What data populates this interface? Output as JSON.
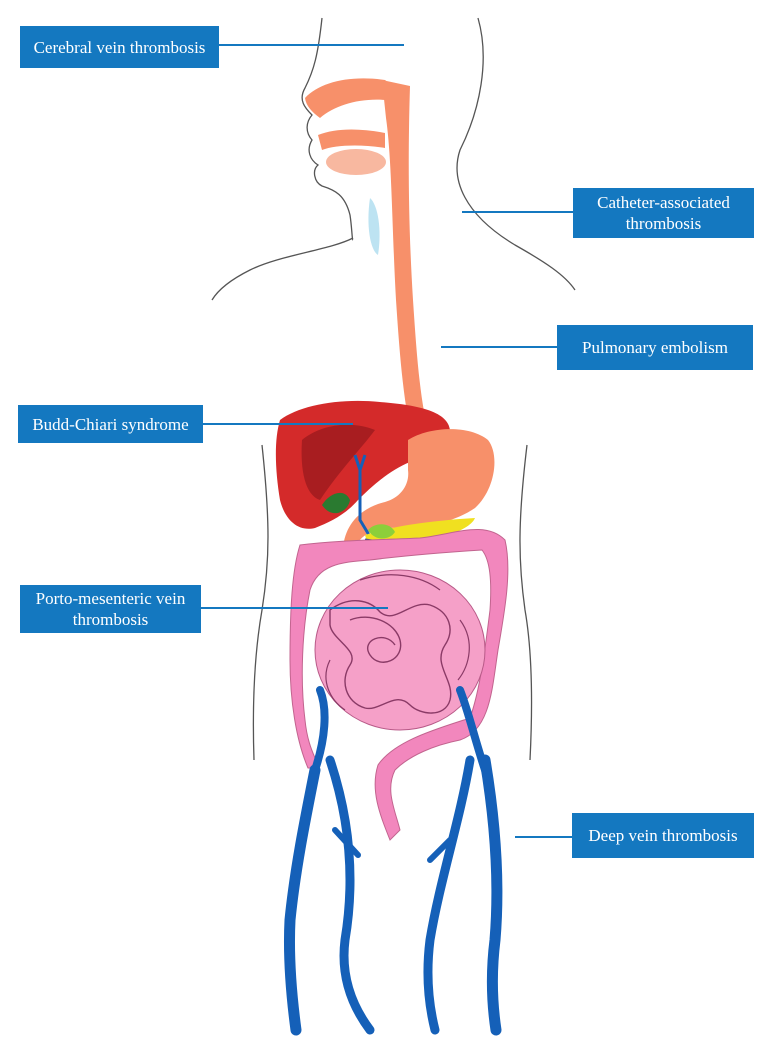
{
  "labels": {
    "cerebral": "Cerebral vein thrombosis",
    "catheter": "Catheter-associated\nthrombosis",
    "pulmonary": "Pulmonary embolism",
    "budd_chiari": "Budd-Chiari syndrome",
    "porto_mesenteric": "Porto-mesenteric vein\nthrombosis",
    "dvt": "Deep vein thrombosis"
  },
  "colors": {
    "label_bg": "#1478c0",
    "label_text": "#ffffff",
    "esophagus": "#f7906a",
    "liver": "#d42a2a",
    "intestine": "#f287bd",
    "veins": "#1560b8",
    "pancreas": "#f0e020",
    "gallbladder": "#2a7a30"
  }
}
